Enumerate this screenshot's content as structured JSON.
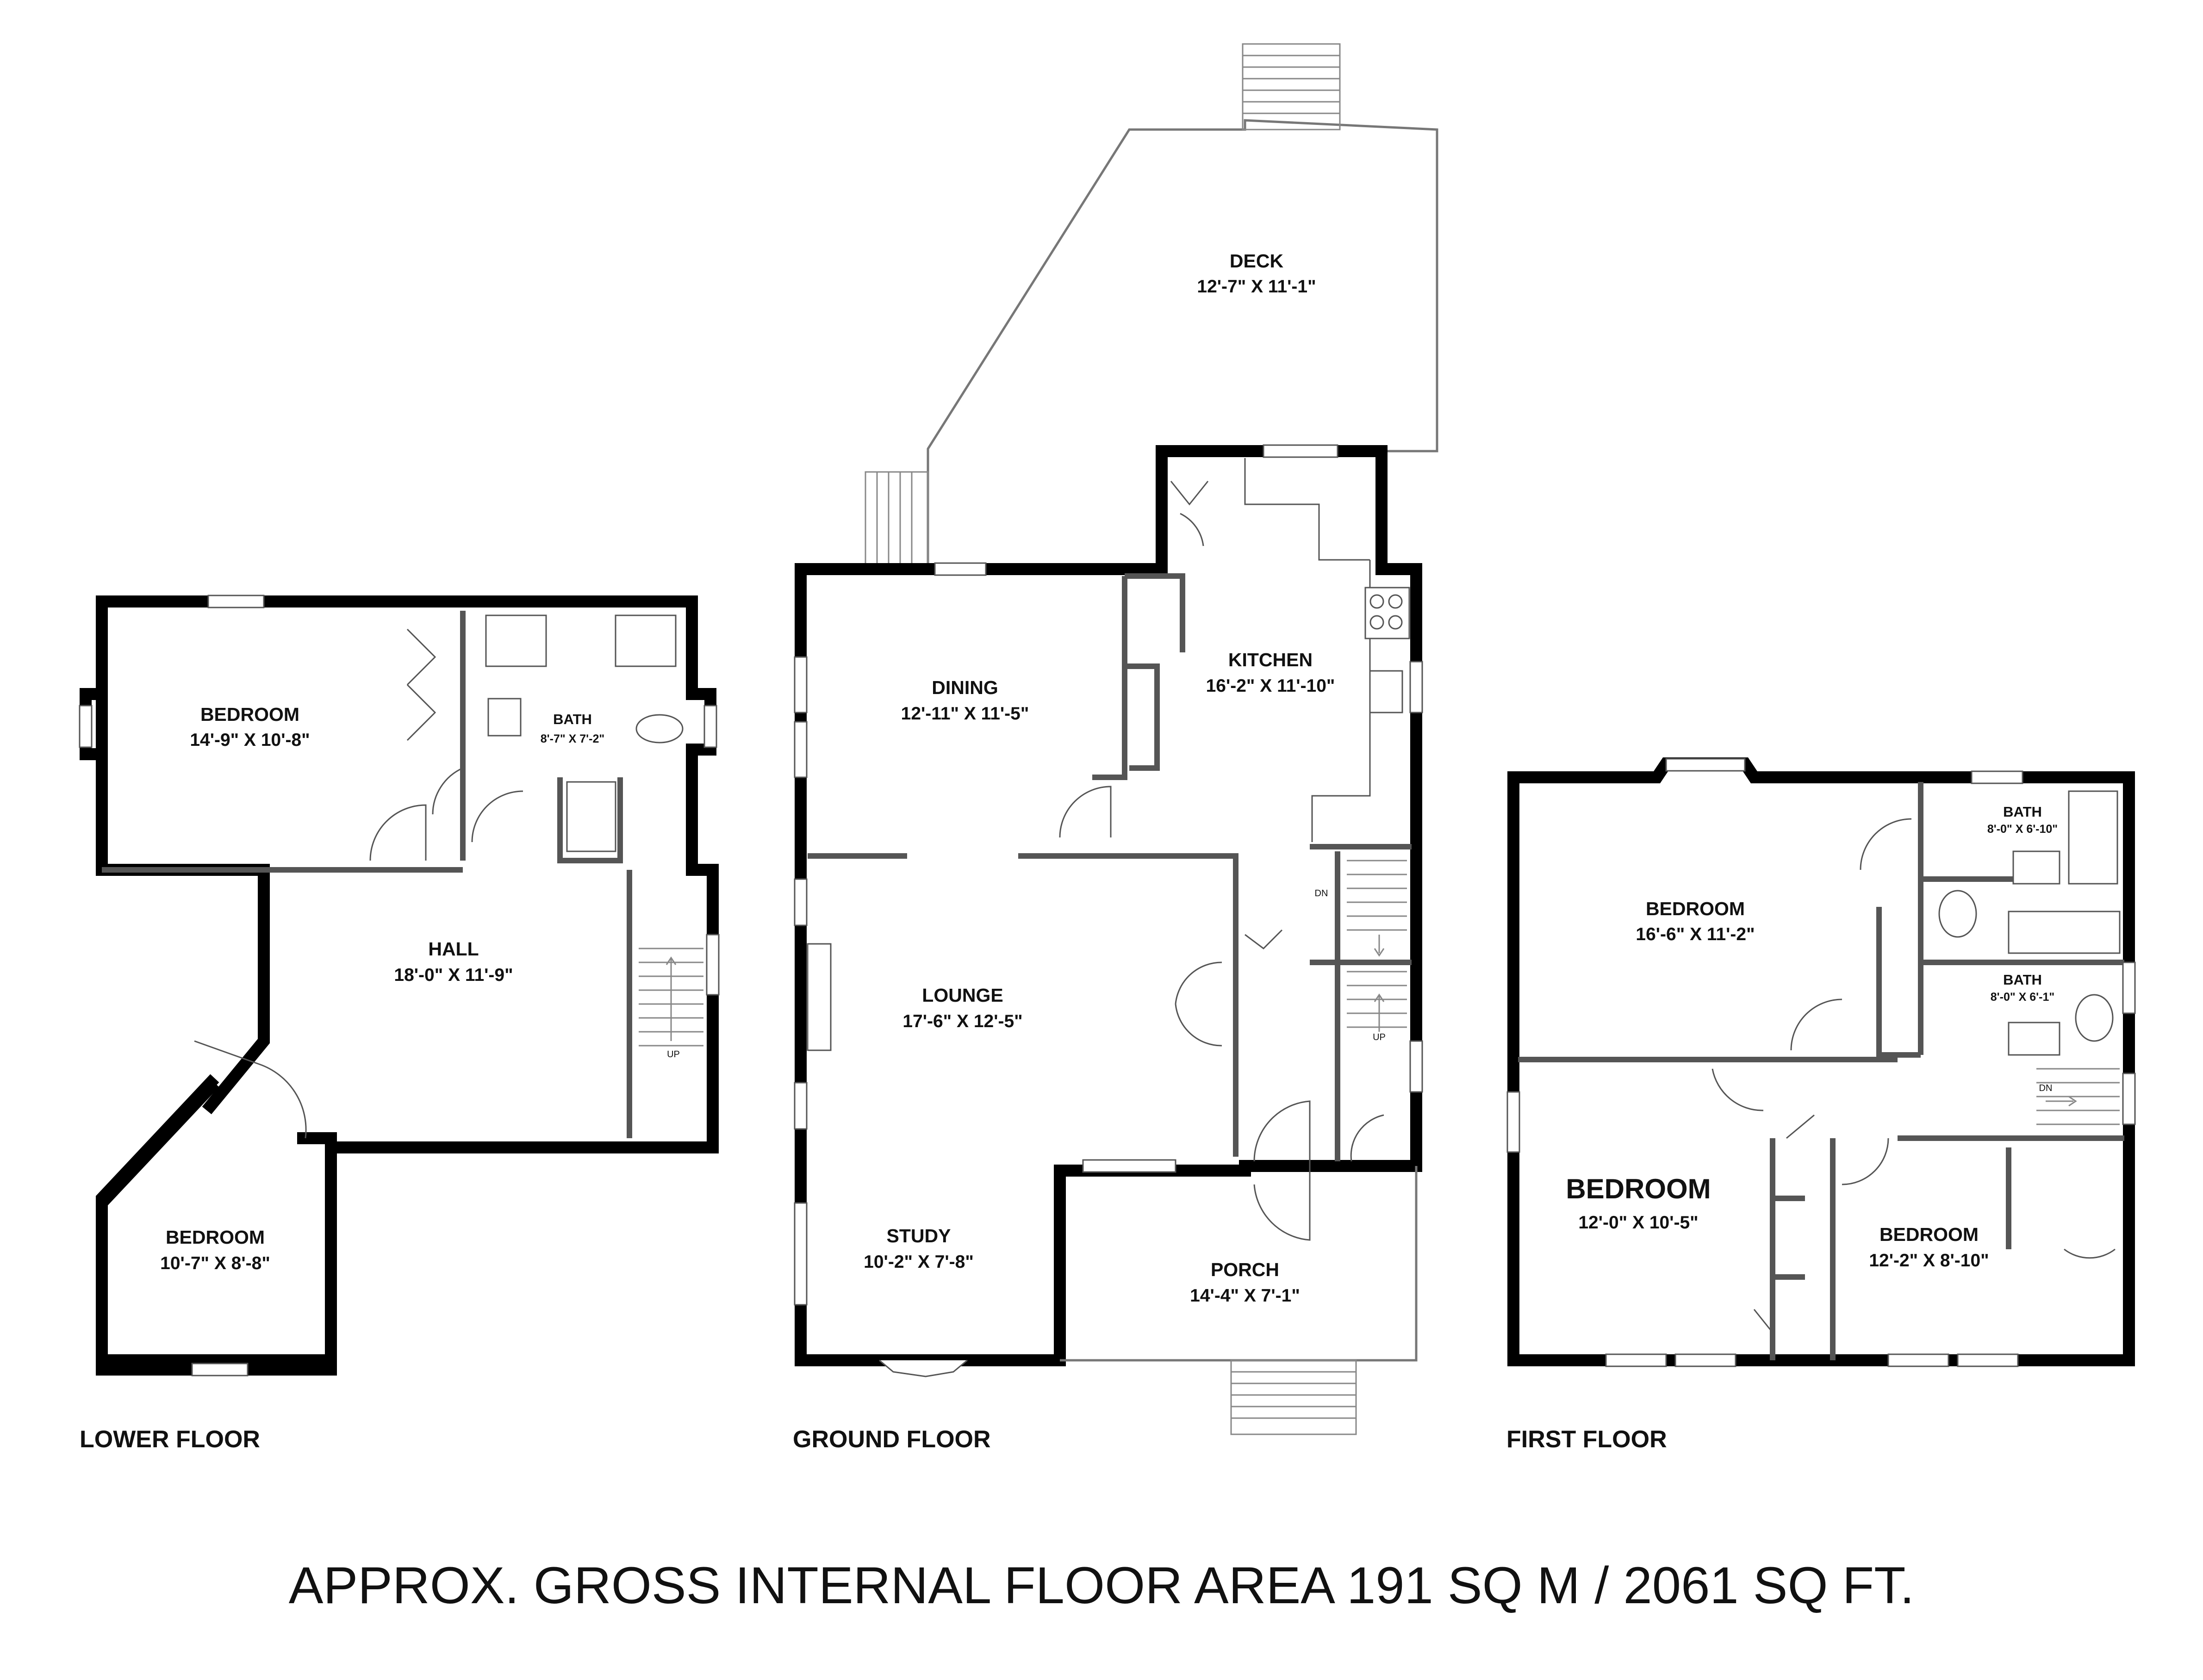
{
  "floors": {
    "lower": {
      "label": "LOWER FLOOR",
      "rooms": {
        "bedroom_1": {
          "name": "BEDROOM",
          "dims": "14'-9\" X 10'-8\""
        },
        "bath": {
          "name": "BATH",
          "dims": "8'-7\" X 7'-2\""
        },
        "hall": {
          "name": "HALL",
          "dims": "18'-0\" X 11'-9\""
        },
        "bedroom_2": {
          "name": "BEDROOM",
          "dims": "10'-7\" X 8'-8\""
        }
      },
      "stair_label": "UP"
    },
    "ground": {
      "label": "GROUND FLOOR",
      "rooms": {
        "deck": {
          "name": "DECK",
          "dims": "12'-7\" X 11'-1\""
        },
        "dining": {
          "name": "DINING",
          "dims": "12'-11\" X 11'-5\""
        },
        "kitchen": {
          "name": "KITCHEN",
          "dims": "16'-2\" X 11'-10\""
        },
        "lounge": {
          "name": "LOUNGE",
          "dims": "17'-6\" X 12'-5\""
        },
        "study": {
          "name": "STUDY",
          "dims": "10'-2\" X 7'-8\""
        },
        "porch": {
          "name": "PORCH",
          "dims": "14'-4\" X 7'-1\""
        }
      },
      "stair_down": "DN",
      "stair_up": "UP"
    },
    "first": {
      "label": "FIRST FLOOR",
      "rooms": {
        "bath_1": {
          "name": "BATH",
          "dims": "8'-0\" X 6'-10\""
        },
        "bedroom_1": {
          "name": "BEDROOM",
          "dims": "16'-6\" X 11'-2\""
        },
        "bath_2": {
          "name": "BATH",
          "dims": "8'-0\" X 6'-1\""
        },
        "bedroom_2": {
          "name": "BEDROOM",
          "dims": "12'-0\" X 10'-5\""
        },
        "bedroom_3": {
          "name": "BEDROOM",
          "dims": "12'-2\" X 8'-10\""
        }
      },
      "stair_down": "DN"
    }
  },
  "total_area": "APPROX. GROSS INTERNAL FLOOR AREA  191 SQ M / 2061 SQ FT."
}
